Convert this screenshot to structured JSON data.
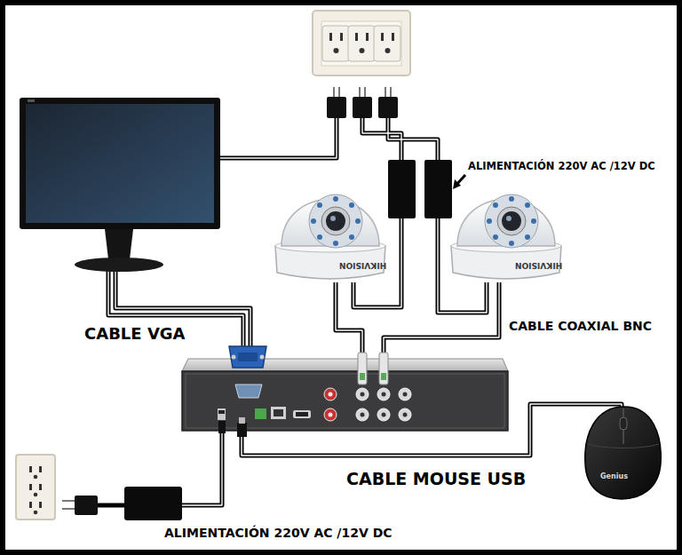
{
  "diagram": {
    "labels": [
      "ALIMENTACIÓN 220V AC /12V DC",
      "HIKVISION",
      "HIKVISION",
      "CABLE COAXIAL BNC",
      "CABLE VGA",
      "CABLE MOUSE USB",
      "ALIMENTACIÓN 220V AC /12V DC",
      "Genius"
    ]
  }
}
